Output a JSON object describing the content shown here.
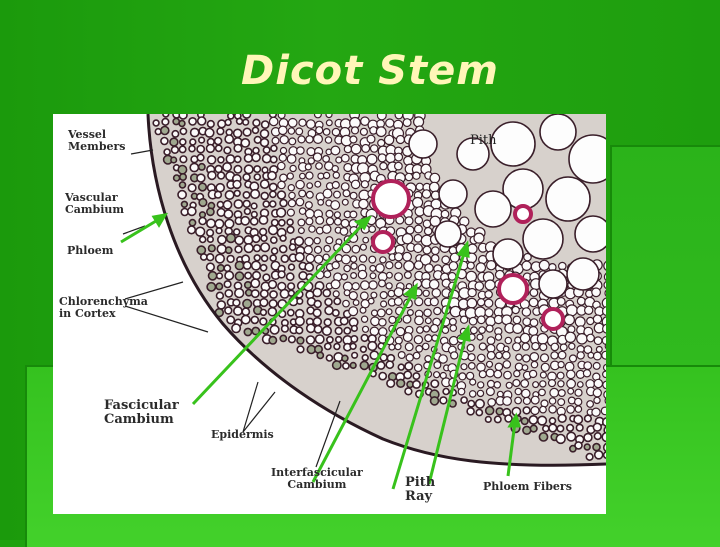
{
  "slide": {
    "title": "Dicot Stem"
  },
  "figure": {
    "labels": {
      "vessel_members": "Vessel\nMembers",
      "vascular_cambium": "Vascular\nCambium",
      "phloem": "Phloem",
      "chlorenchyma": "Chlorenchyma\nin Cortex",
      "fascicular_cambium": "Fascicular\nCambium",
      "epidermis": "Epidermis",
      "interfascicular_cambium": "Interfascicular\nCambium",
      "pith_ray": "Pith\nRay",
      "phloem_fibers": "Phloem Fibers",
      "pith": "Pith"
    },
    "colors": {
      "background": "#1fa20f",
      "title": "#fff6b8",
      "arrow": "#38c21c",
      "cell_wall": "#3a1f2a",
      "xylem_stain": "#b0215a",
      "chlorenchyma": "#9fa88f"
    }
  }
}
